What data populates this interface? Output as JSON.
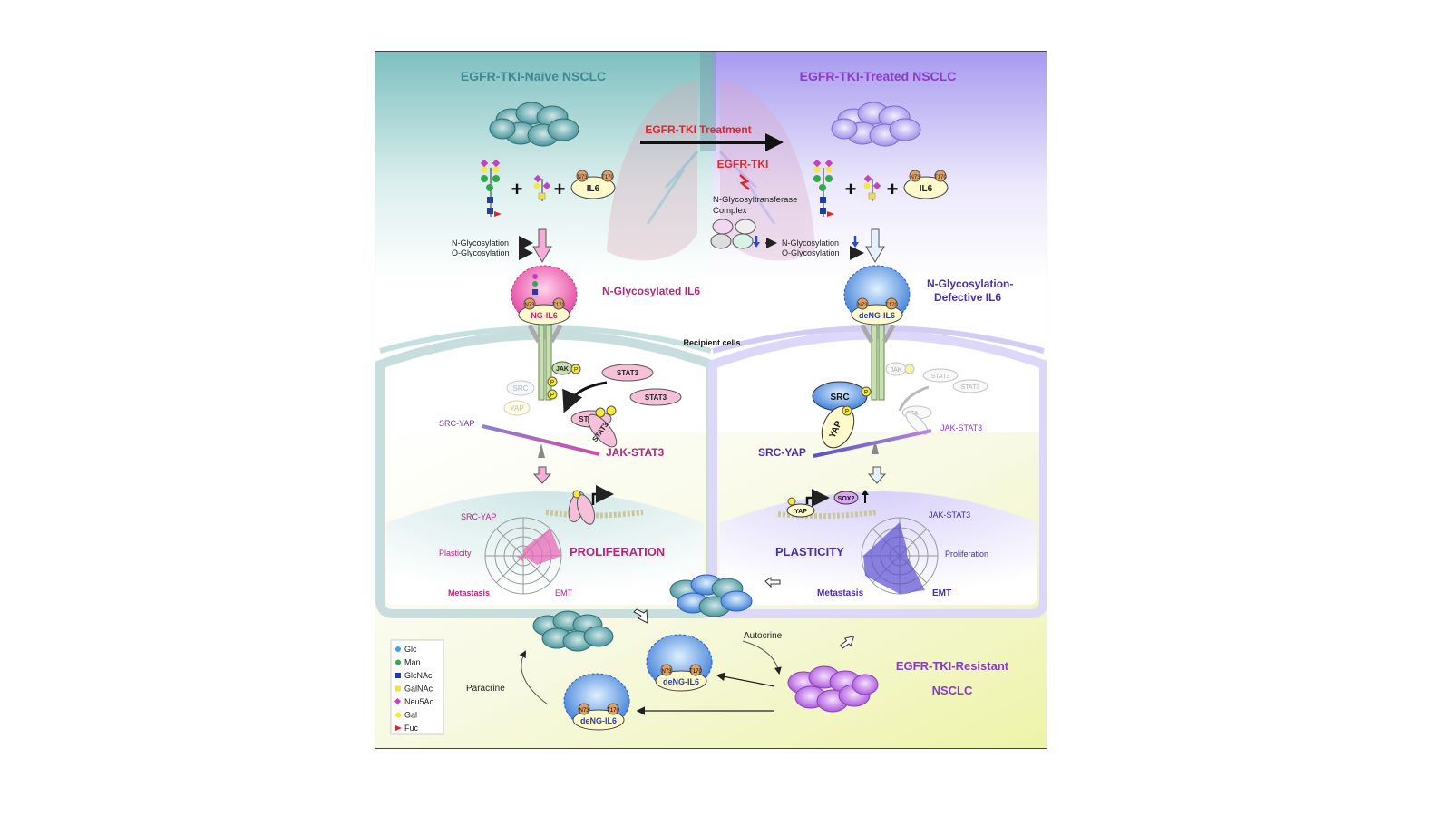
{
  "panels": {
    "left_title": "EGFR-TKI-Naïve NSCLC",
    "right_title": "EGFR-TKI-Treated NSCLC",
    "resistant_title_line1": "EGFR-TKI-Resistant",
    "resistant_title_line2": "NSCLC"
  },
  "treatment": {
    "arrow_label": "EGFR-TKI Treatment",
    "drug_label": "EGFR-TKI",
    "complex_line1": "N-Glycosyltransferase",
    "complex_line2": "Complex"
  },
  "glycosylation": {
    "plus": "+",
    "il6": "IL6",
    "n_site": "N73",
    "t_site": "T170",
    "n_glyco": "N-Glycosylation",
    "o_glyco": "O-Glycosylation"
  },
  "ligands": {
    "ng_il6": "NG-IL6",
    "ng_il6_title": "N-Glycosylated IL6",
    "deng_il6": "deNG-IL6",
    "deng_title_line1": "N-Glycosylation-",
    "deng_title_line2": "Defective IL6"
  },
  "recipient": "Recipient cells",
  "signaling": {
    "jak": "JAK",
    "p": "P",
    "stat3": "STAT3",
    "sta": "STA",
    "src": "SRC",
    "yap": "YAP",
    "sox2": "SOX2",
    "src_yap": "SRC-YAP",
    "jak_stat3": "JAK-STAT3"
  },
  "radar_left": {
    "top": "SRC-YAP",
    "left": "Plasticity",
    "bottom_left": "Metastasis",
    "bottom_right": "EMT",
    "outcome": "PROLIFERATION"
  },
  "radar_right": {
    "top": "JAK-STAT3",
    "right": "Proliferation",
    "bottom_left": "Metastasis",
    "bottom_right": "EMT",
    "outcome": "PLASTICITY"
  },
  "bottom": {
    "autocrine": "Autocrine",
    "paracrine": "Paracrine"
  },
  "legend": [
    {
      "label": "Glc",
      "color": "#4a9fd8",
      "shape": "circle"
    },
    {
      "label": "Man",
      "color": "#2eaa4a",
      "shape": "circle"
    },
    {
      "label": "GlcNAc",
      "color": "#1f3fa8",
      "shape": "square"
    },
    {
      "label": "GalNAc",
      "color": "#f1e04a",
      "shape": "square"
    },
    {
      "label": "Neu5Ac",
      "color": "#c63fc6",
      "shape": "diamond"
    },
    {
      "label": "Gal",
      "color": "#f4ea3a",
      "shape": "circle"
    },
    {
      "label": "Fuc",
      "color": "#d8262a",
      "shape": "triangle"
    }
  ],
  "colors": {
    "left_title": "#3f8a92",
    "right_title": "#8a3cc8",
    "treatment_red": "#e0262a",
    "magenta_text": "#b0287a",
    "purple_text": "#4a2fa0"
  }
}
